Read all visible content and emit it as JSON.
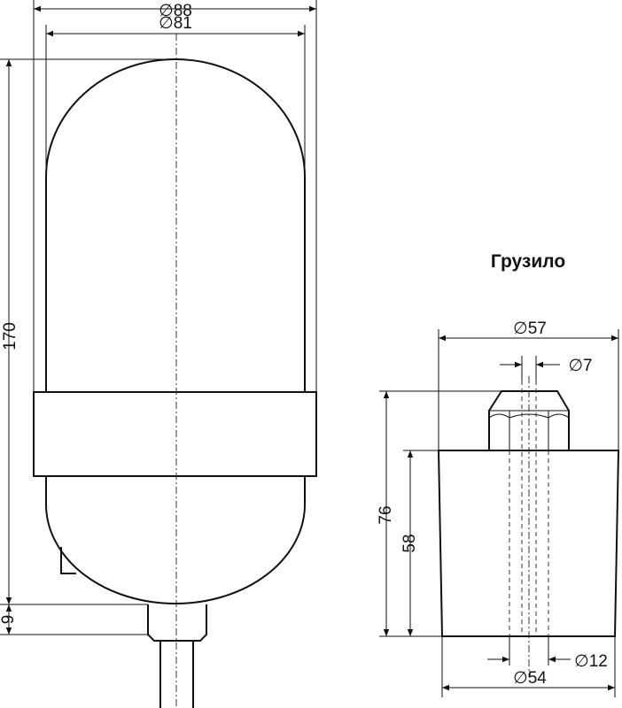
{
  "float": {
    "dims": {
      "outer_diameter": "∅88",
      "inner_diameter": "∅81",
      "height": "170",
      "stem": "9"
    }
  },
  "weight": {
    "title": "Грузило",
    "dims": {
      "top_diameter": "∅57",
      "hole_diameter": "∅7",
      "total_height": "76",
      "body_height": "58",
      "bore_diameter": "∅12",
      "bottom_diameter": "∅54"
    }
  }
}
